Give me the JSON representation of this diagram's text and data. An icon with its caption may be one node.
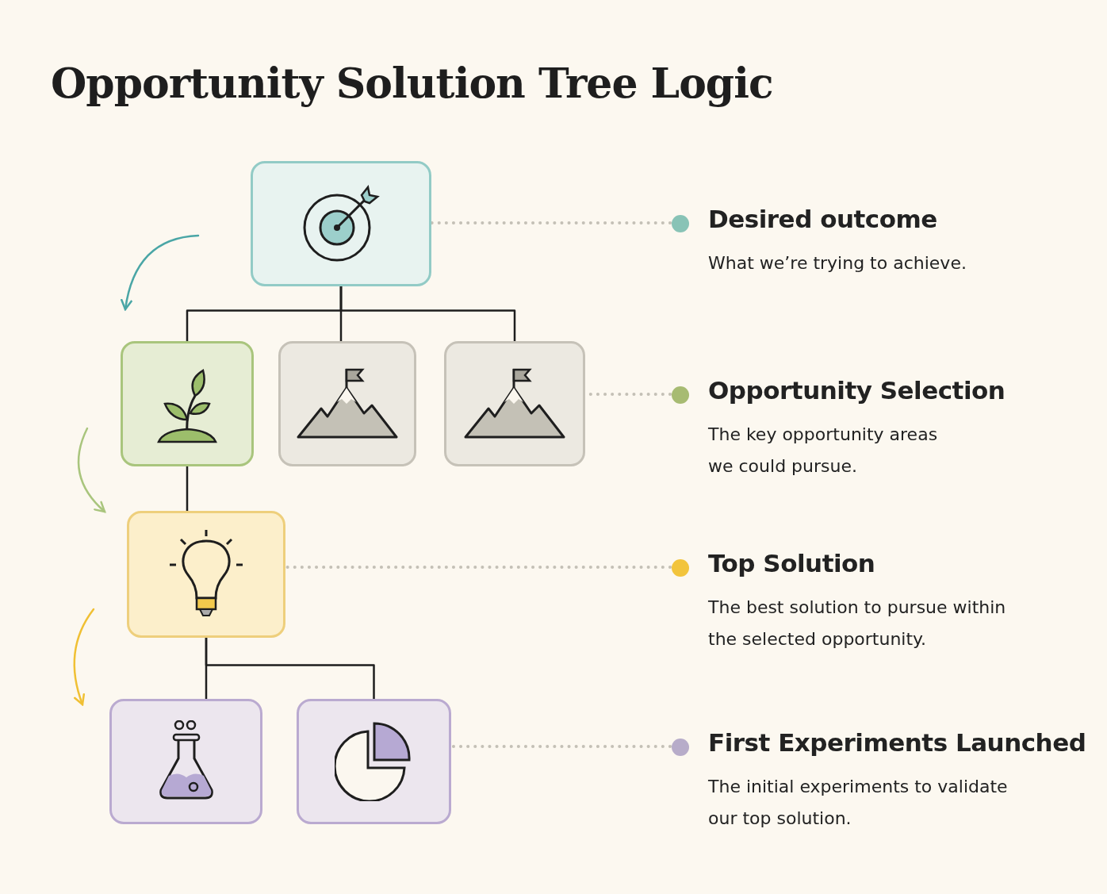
{
  "diagram": {
    "title": "Opportunity Solution Tree Logic",
    "nodes": [
      {
        "text": [],
        "shape": "box"
      },
      {
        "text": [],
        "shape": "box"
      },
      {
        "text": [],
        "shape": "box"
      },
      {
        "text": [],
        "shape": "box"
      },
      {
        "text": [],
        "shape": "box"
      },
      {
        "text": [],
        "shape": "box"
      },
      {
        "text": [],
        "shape": "box"
      },
      {
        "text": [
          "Desired outcome",
          "What we’re trying to achieve."
        ]
      },
      {
        "text": [
          "Opportunity Selection",
          "The key opportunity areas we could pursue."
        ]
      },
      {
        "text": [
          "Top Solution",
          "The best solution to pursue within the selected opportunity."
        ]
      },
      {
        "text": [
          "First Experiments Launched",
          "The initial experiments to validate our top solution."
        ]
      }
    ],
    "edges": [
      {
        "from": 0,
        "to": 1,
        "arrow": "none"
      },
      {
        "from": 0,
        "to": 2,
        "arrow": "none"
      },
      {
        "from": 0,
        "to": 3,
        "arrow": "none"
      },
      {
        "from": 1,
        "to": 4,
        "arrow": "none"
      },
      {
        "from": 4,
        "to": 5,
        "arrow": "none"
      },
      {
        "from": 4,
        "to": 6,
        "arrow": "none"
      },
      {
        "from": 7,
        "to": 0,
        "arrow": "none",
        "style": "dashed",
        "color": "#c4c0b6"
      },
      {
        "from": 8,
        "to": 3,
        "arrow": "none",
        "style": "dashed",
        "color": "#c4c0b6"
      },
      {
        "from": 9,
        "to": 4,
        "arrow": "none",
        "style": "dashed",
        "color": "#c4c0b6"
      },
      {
        "from": 10,
        "to": 6,
        "arrow": "none",
        "style": "dashed",
        "color": "#c4c0b6"
      }
    ]
  }
}
